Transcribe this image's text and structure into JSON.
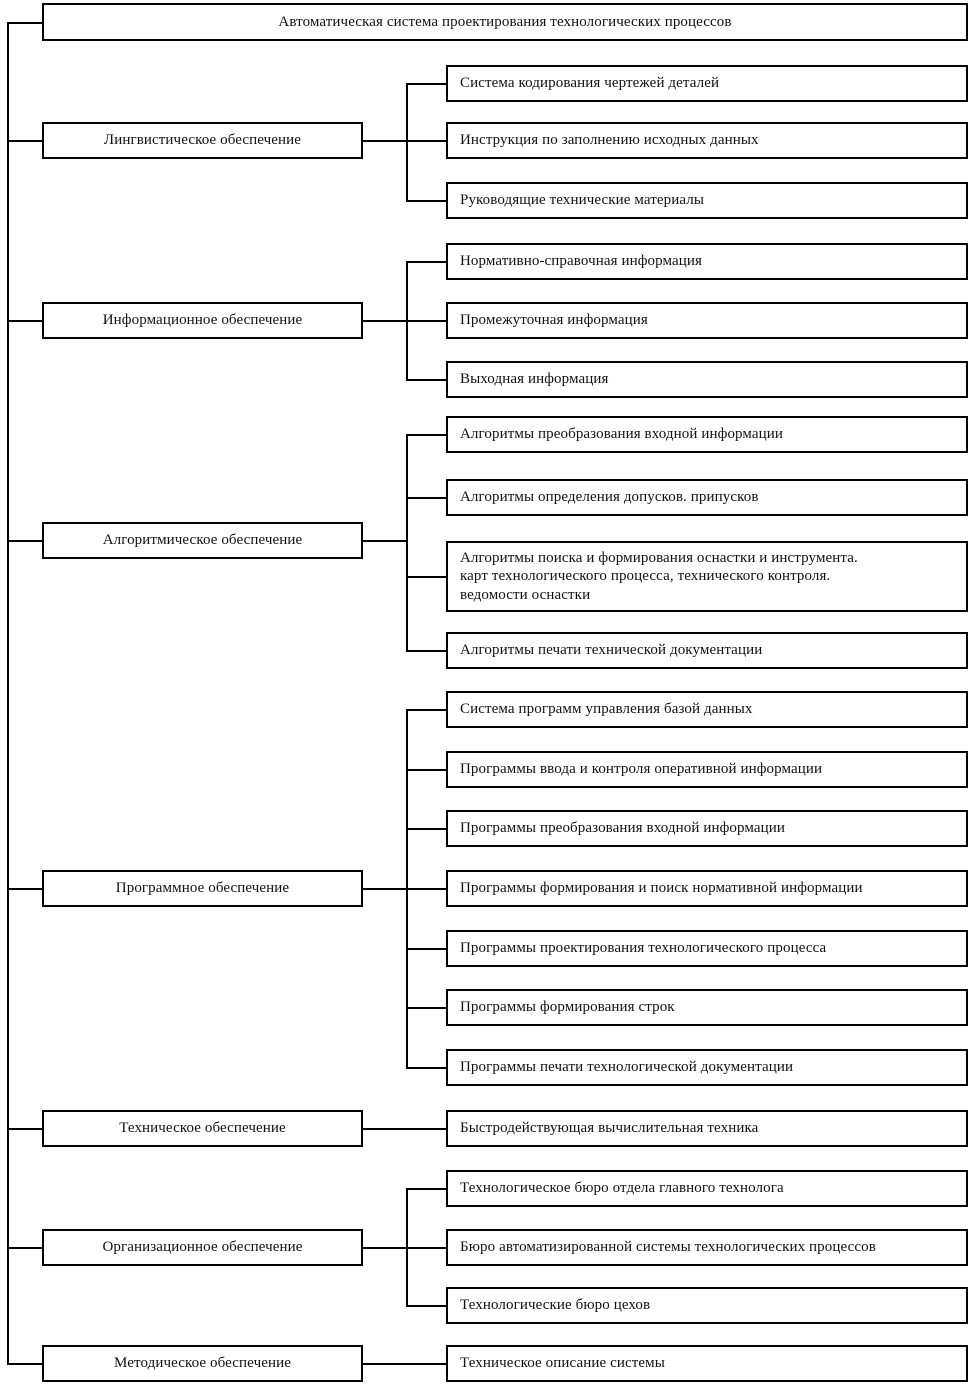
{
  "diagram": {
    "title": "Автоматическая система проектирования технологических процессов",
    "branches": [
      {
        "label": "Лингвистическое обеспечение",
        "children": [
          "Система кодирования чертежей деталей",
          "Инструкция по заполнению исходных данных",
          "Руководящие технические материалы"
        ]
      },
      {
        "label": "Информационное обеспечение",
        "children": [
          "Нормативно-справочная информация",
          "Промежуточная информация",
          "Выходная информация"
        ]
      },
      {
        "label": "Алгоритмическое обеспечение",
        "children": [
          "Алгоритмы преобразования входной информации",
          "Алгоритмы определения допусков. припусков",
          "Алгоритмы поиска и формирования оснастки и инструмента.\nкарт технологического процесса, технического контроля.\nведомости оснастки",
          "Алгоритмы печати технической документации"
        ]
      },
      {
        "label": "Программное обеспечение",
        "children": [
          "Система программ управления базой данных",
          "Программы ввода и контроля оперативной информации",
          "Программы преобразования входной информации",
          "Программы формирования и поиск нормативной информации",
          "Программы проектирования технологического процесса",
          "Программы формирования строк",
          "Программы печати технологической документации"
        ]
      },
      {
        "label": "Техническое обеспечение",
        "children": [
          "Быстродействующая вычислительная техника"
        ]
      },
      {
        "label": "Организационное обеспечение",
        "children": [
          "Технологическое бюро отдела главного технолога",
          "Бюро автоматизированной системы технологических процессов",
          "Технологические бюро цехов"
        ]
      },
      {
        "label": "Методическое обеспечение",
        "children": [
          "Техническое описание системы"
        ]
      }
    ],
    "colors": {
      "line": "#000000",
      "box_fill": "#ffffff",
      "text": "#111111"
    }
  }
}
